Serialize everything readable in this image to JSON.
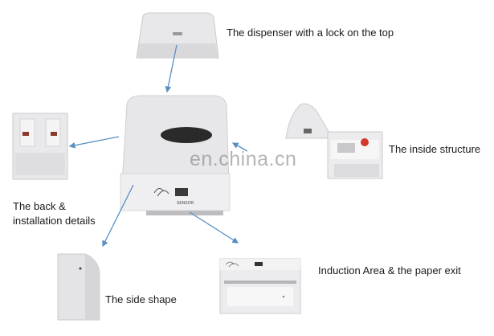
{
  "labels": {
    "top": "The dispenser with a lock on the top",
    "back_line1": "The back &",
    "back_line2": "installation details",
    "inside": "The inside structure",
    "side": "The side shape",
    "induction": "Induction Area & the paper exit"
  },
  "product": {
    "sensor_text": "SENSOR"
  },
  "watermark": "en.china.cn",
  "colors": {
    "shell": "#e6e6e8",
    "arrow": "#5a8fc2",
    "window": "#2a2a2a",
    "text": "#1a1a1a"
  }
}
